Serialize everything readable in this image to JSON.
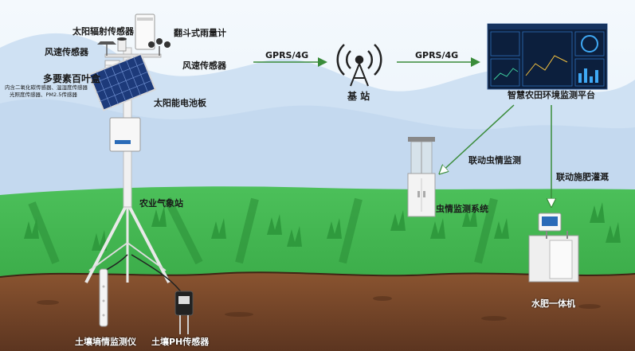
{
  "labels": {
    "solar_radiation_sensor": "太阳辐射传感器",
    "tipping_bucket_rain_gauge": "翻斗式雨量计",
    "wind_speed_sensor_left": "风速传感器",
    "wind_speed_sensor_right": "风速传感器",
    "multi_element_louver_box": "多要素百叶盒",
    "louver_box_detail_line1": "内含二氧化碳传感器、温湿度传感器",
    "louver_box_detail_line2": "光照度传感器、PM2.5传感器",
    "solar_panel": "太阳能电池板",
    "agri_weather_station": "农业气象站",
    "soil_moisture_monitor": "土壤墒情监测仪",
    "soil_ph_sensor": "土壤PH传感器",
    "gprs_left": "GPRS/4G",
    "gprs_right": "GPRS/4G",
    "base_station": "基  站",
    "platform": "智慧农田环境监测平台",
    "linked_insect_monitoring": "联动虫情监测",
    "insect_monitoring_system": "虫情监测系统",
    "linked_fertigation": "联动施肥灌溉",
    "water_fertilizer_machine": "水肥一体机"
  },
  "colors": {
    "sky": "#e8f2fb",
    "hills": "#c9ddf2",
    "grass": "#3bb04a",
    "grass_dark": "#2e9a3c",
    "soil": "#7a4a2a",
    "soil_dark": "#5e3620",
    "arrow": "#3a8c3a",
    "device_white": "#f4f4f4",
    "dashboard_bg": "#0c1f3d"
  }
}
